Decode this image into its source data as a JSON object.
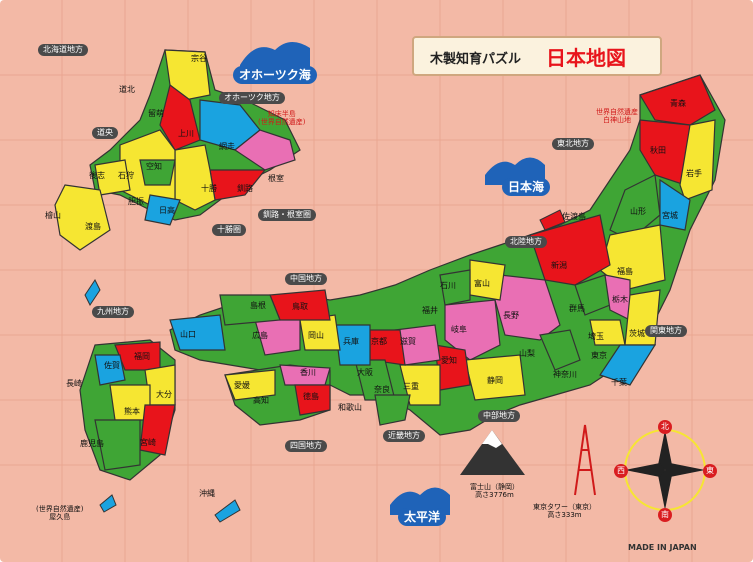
{
  "title": {
    "left": "木製知育パズル",
    "main": "日本地図"
  },
  "regions": [
    {
      "name": "北海道地方"
    },
    {
      "name": "東北地方"
    },
    {
      "name": "関東地方"
    },
    {
      "name": "中部地方"
    },
    {
      "name": "近畿地方"
    },
    {
      "name": "中国地方"
    },
    {
      "name": "四国地方"
    },
    {
      "name": "九州地方"
    },
    {
      "name": "北陸地方"
    }
  ],
  "seas": {
    "okhotsk": "オホーツク海",
    "japan": "日本海",
    "pacific": "太平洋"
  },
  "hokkaido_areas": [
    "宗谷",
    "道北",
    "留萌",
    "上川",
    "空知",
    "石狩",
    "後志",
    "胆振",
    "日高",
    "十勝",
    "釧路",
    "根室",
    "網走",
    "渡島",
    "檜山",
    "道央",
    "オホーツク地方",
    "十勝圏",
    "釧路・根室圏"
  ],
  "prefectures": [
    "青森",
    "秋田",
    "岩手",
    "山形",
    "宮城",
    "福島",
    "新潟",
    "群馬",
    "栃木",
    "茨城",
    "埼玉",
    "千葉",
    "東京",
    "神奈川",
    "山梨",
    "長野",
    "富山",
    "石川",
    "福井",
    "岐阜",
    "静岡",
    "愛知",
    "三重",
    "滋賀",
    "京都",
    "兵庫",
    "大阪",
    "奈良",
    "和歌山",
    "鳥取",
    "島根",
    "岡山",
    "広島",
    "山口",
    "香川",
    "徳島",
    "愛媛",
    "高知",
    "福岡",
    "佐賀",
    "長崎",
    "熊本",
    "大分",
    "宮崎",
    "鹿児島",
    "沖縄"
  ],
  "notes": {
    "shiretoko": "知床半島\n(世界自然遺産)",
    "shirakami": "世界自然遺産\n白神山地",
    "yakushima": "(世界自然遺産)\n屋久島",
    "fuji": "富士山（静岡）\n高さ3776m",
    "tower": "東京タワー（東京）\n高さ333m",
    "sado": "佐渡島"
  },
  "compass": {
    "north": "北",
    "south": "南",
    "east": "東",
    "west": "西"
  },
  "footer": "MADE IN JAPAN",
  "colors": {
    "board": "#f3b9a6",
    "sea_badge": "#1f63b8",
    "region_badge": "#4a4a4a",
    "title_red": "#e8141b"
  }
}
